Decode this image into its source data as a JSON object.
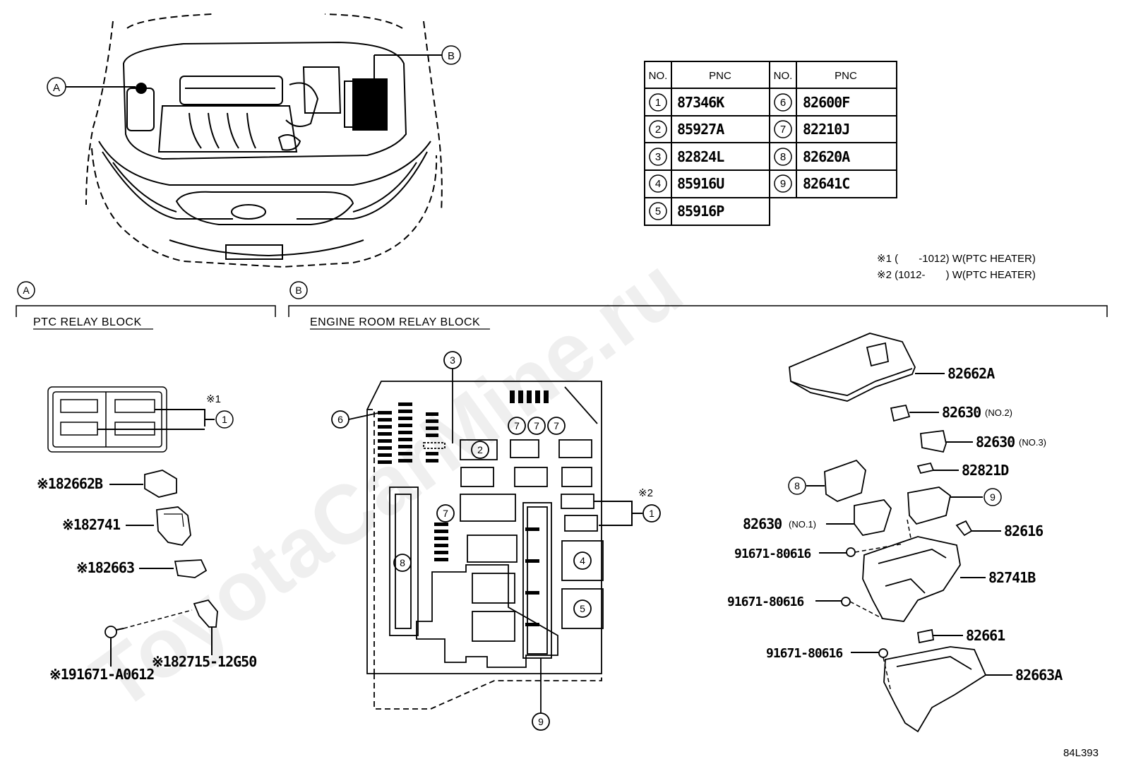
{
  "watermark": "ToyotaCarMine.ru",
  "callouts": {
    "a": "A",
    "b": "B"
  },
  "table": {
    "headers": [
      "NO.",
      "PNC",
      "NO.",
      "PNC"
    ],
    "rows": [
      {
        "no": "1",
        "pnc": "87346K"
      },
      {
        "no": "2",
        "pnc": "85927A"
      },
      {
        "no": "3",
        "pnc": "82824L"
      },
      {
        "no": "4",
        "pnc": "85916U"
      },
      {
        "no": "5",
        "pnc": "85916P"
      },
      {
        "no": "6",
        "pnc": "82600F"
      },
      {
        "no": "7",
        "pnc": "82210J"
      },
      {
        "no": "8",
        "pnc": "82620A"
      },
      {
        "no": "9",
        "pnc": "82641C"
      }
    ]
  },
  "notes": {
    "n1": "※1 (       -1012) W(PTC HEATER)",
    "n2": "※2 (1012-       ) W(PTC HEATER)"
  },
  "sections": {
    "a_label": "A",
    "a_title": "PTC RELAY BLOCK",
    "b_label": "B",
    "b_title": "ENGINE ROOM RELAY BLOCK"
  },
  "ptc": {
    "mark1": "※1",
    "ref1": "1",
    "parts": [
      "※182662B",
      "※182741",
      "※182663",
      "※182715-12G50",
      "※191671-A0612"
    ]
  },
  "engine_block": {
    "refs": [
      "1",
      "2",
      "3",
      "4",
      "5",
      "6",
      "7",
      "7",
      "7",
      "7",
      "8",
      "9"
    ],
    "mark2": "※2"
  },
  "exploded": {
    "parts": [
      "82662A",
      "82630",
      "(NO.2)",
      "82630",
      "(NO.3)",
      "82821D",
      "8",
      "9",
      "82630",
      "(NO.1)",
      "82616",
      "91671-80616",
      "82741B",
      "91671-80616",
      "82661",
      "91671-80616",
      "82663A"
    ]
  },
  "figure_code": "84L393"
}
